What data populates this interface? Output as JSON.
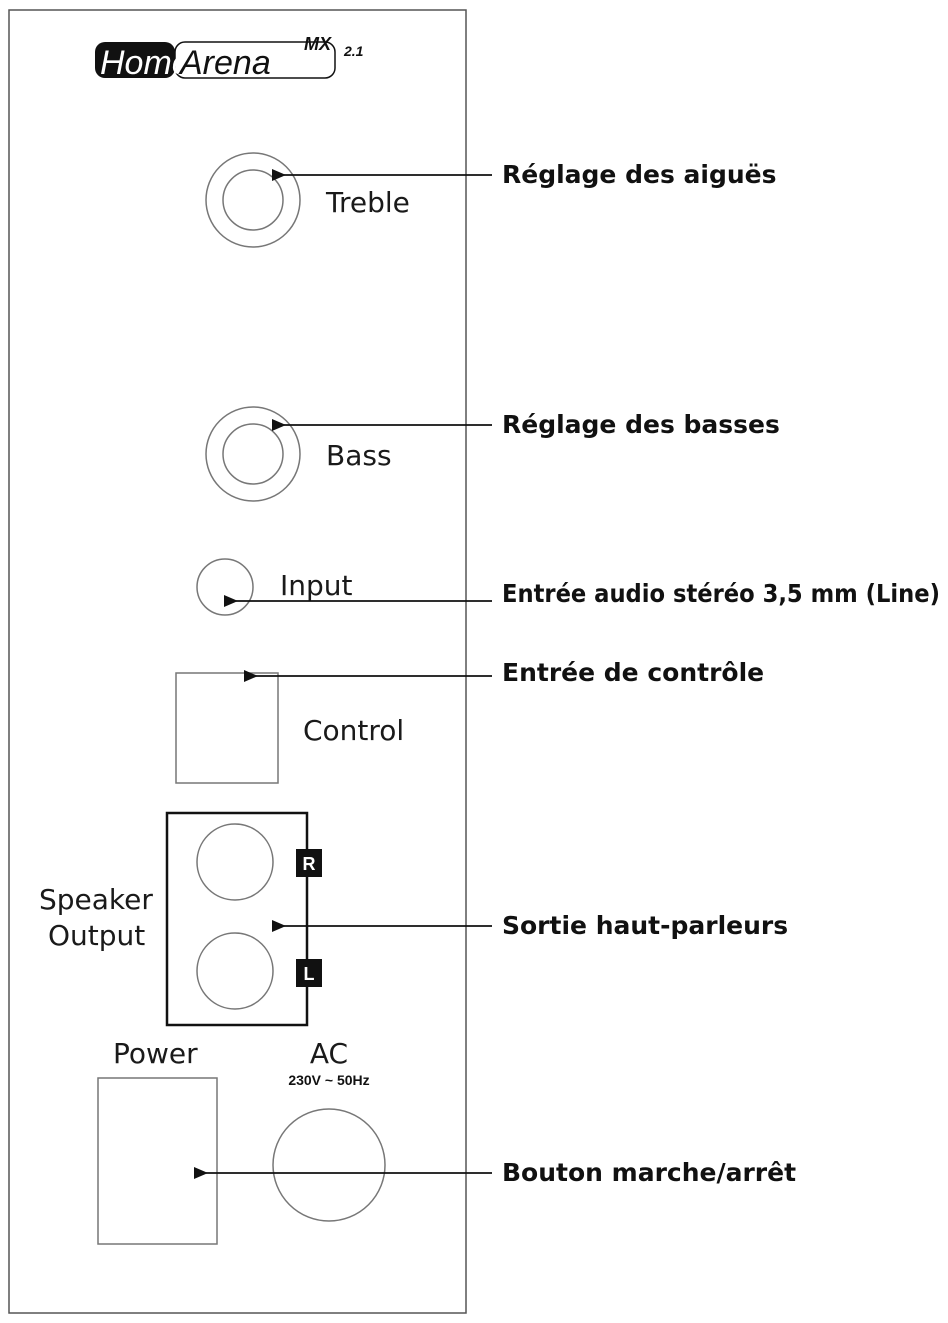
{
  "logo": {
    "brand_first": "Home",
    "brand_second": "Arena",
    "model": "MX",
    "version": "2.1"
  },
  "panel": {
    "treble_label": "Treble",
    "bass_label": "Bass",
    "input_label": "Input",
    "control_label": "Control",
    "speaker_output_line1": "Speaker",
    "speaker_output_line2": "Output",
    "right_badge": "R",
    "left_badge": "L",
    "power_label": "Power",
    "ac_label": "AC",
    "ac_spec": "230V ~ 50Hz"
  },
  "annotations": {
    "treble": "Réglage des aiguës",
    "bass": "Réglage des basses",
    "input": "Entrée audio stéréo 3,5 mm (Line)",
    "control": "Entrée de contrôle",
    "speaker": "Sortie haut-parleurs",
    "power": "Bouton marche/arrêt"
  },
  "colors": {
    "line": "#111111",
    "panel_stroke": "#555555",
    "component_stroke": "#777777",
    "badge_fill": "#111111"
  }
}
